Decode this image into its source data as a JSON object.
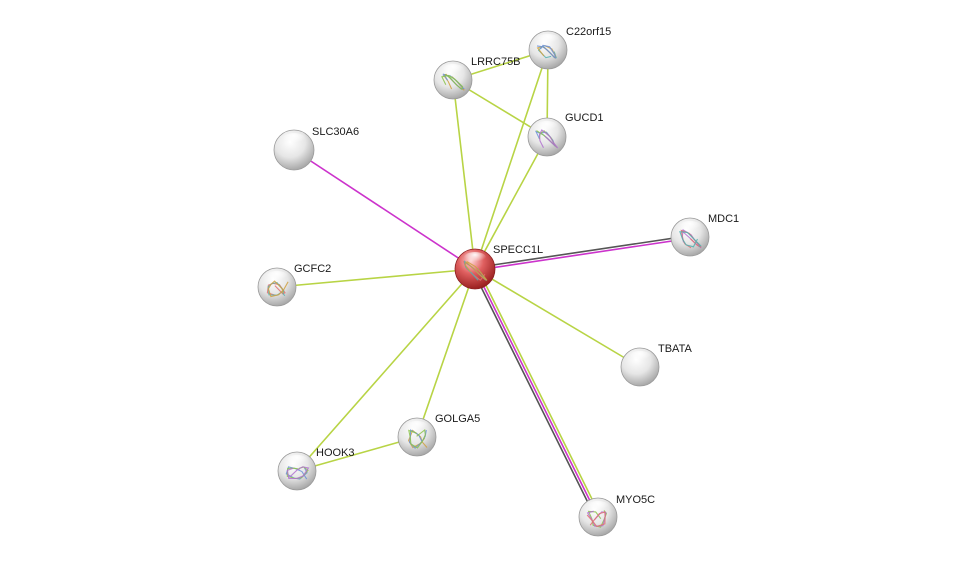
{
  "network": {
    "nodes": [
      {
        "id": "SPECC1L",
        "label": "SPECC1L",
        "query": true,
        "structure": true
      },
      {
        "id": "C22orf15",
        "label": "C22orf15",
        "query": false,
        "structure": true
      },
      {
        "id": "LRRC75B",
        "label": "LRRC75B",
        "query": false,
        "structure": true
      },
      {
        "id": "GUCD1",
        "label": "GUCD1",
        "query": false,
        "structure": true
      },
      {
        "id": "SLC30A6",
        "label": "SLC30A6",
        "query": false,
        "structure": false
      },
      {
        "id": "MDC1",
        "label": "MDC1",
        "query": false,
        "structure": true
      },
      {
        "id": "GCFC2",
        "label": "GCFC2",
        "query": false,
        "structure": true
      },
      {
        "id": "TBATA",
        "label": "TBATA",
        "query": false,
        "structure": false
      },
      {
        "id": "GOLGA5",
        "label": "GOLGA5",
        "query": false,
        "structure": true
      },
      {
        "id": "HOOK3",
        "label": "HOOK3",
        "query": false,
        "structure": true
      },
      {
        "id": "MYO5C",
        "label": "MYO5C",
        "query": false,
        "structure": true
      }
    ],
    "edges": [
      {
        "source": "SPECC1L",
        "target": "SLC30A6",
        "colors": [
          "#cc33cc"
        ]
      },
      {
        "source": "SPECC1L",
        "target": "LRRC75B",
        "colors": [
          "#b8d445"
        ]
      },
      {
        "source": "SPECC1L",
        "target": "C22orf15",
        "colors": [
          "#b8d445"
        ]
      },
      {
        "source": "SPECC1L",
        "target": "GUCD1",
        "colors": [
          "#b8d445"
        ]
      },
      {
        "source": "SPECC1L",
        "target": "MDC1",
        "colors": [
          "#555555",
          "#cc33cc"
        ]
      },
      {
        "source": "SPECC1L",
        "target": "GCFC2",
        "colors": [
          "#b8d445"
        ]
      },
      {
        "source": "SPECC1L",
        "target": "TBATA",
        "colors": [
          "#b8d445"
        ]
      },
      {
        "source": "SPECC1L",
        "target": "GOLGA5",
        "colors": [
          "#b8d445"
        ]
      },
      {
        "source": "SPECC1L",
        "target": "HOOK3",
        "colors": [
          "#b8d445"
        ]
      },
      {
        "source": "SPECC1L",
        "target": "MYO5C",
        "colors": [
          "#b8d445",
          "#cc33cc",
          "#555555"
        ]
      },
      {
        "source": "LRRC75B",
        "target": "C22orf15",
        "colors": [
          "#b8d445"
        ]
      },
      {
        "source": "LRRC75B",
        "target": "GUCD1",
        "colors": [
          "#b8d445"
        ]
      },
      {
        "source": "C22orf15",
        "target": "GUCD1",
        "colors": [
          "#b8d445"
        ]
      },
      {
        "source": "GOLGA5",
        "target": "HOOK3",
        "colors": [
          "#b8d445"
        ]
      }
    ],
    "colors": {
      "query_node": "#e05050",
      "other_node": "#d8d8d8",
      "label": "#1a1a1a"
    }
  }
}
